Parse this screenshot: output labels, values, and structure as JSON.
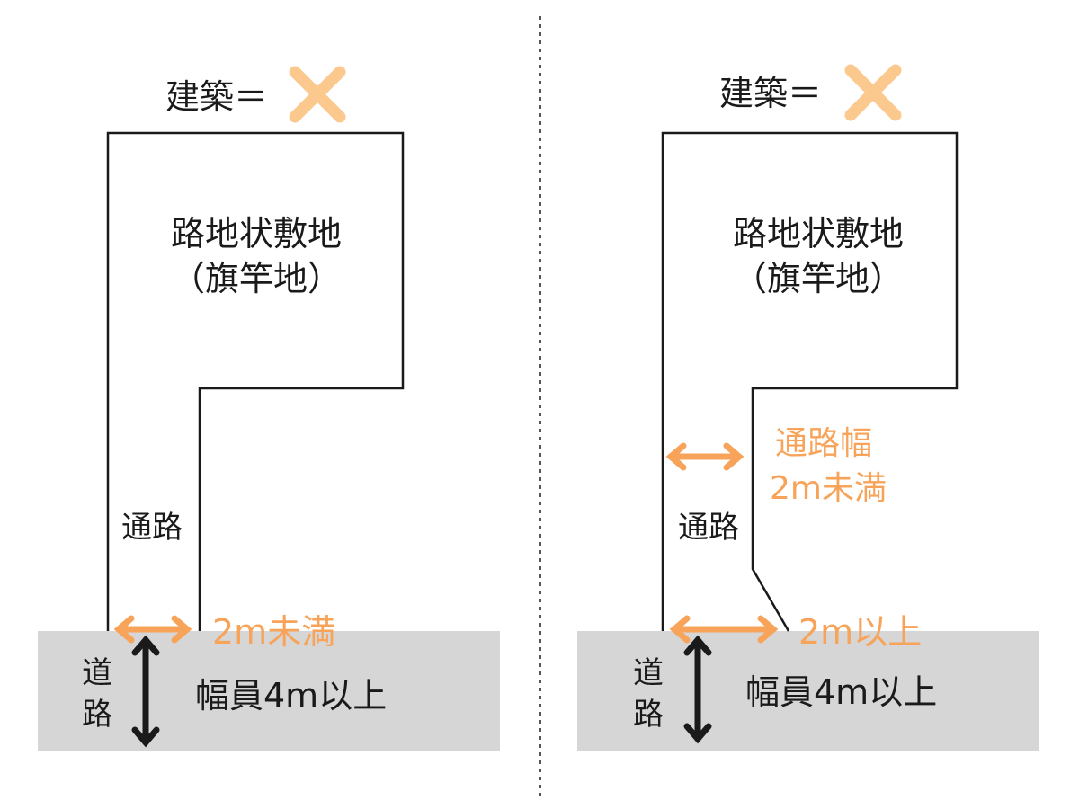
{
  "panels": [
    {
      "verdict_label": "建築＝",
      "lot_label_line1": "路地状敷地",
      "lot_label_line2": "（旗竿地）",
      "passage_label": "通路",
      "width_label": "2m未満",
      "road_label_line1": "道",
      "road_label_line2": "路",
      "road_width_label": "幅員4m以上"
    },
    {
      "verdict_label": "建築＝",
      "lot_label_line1": "路地状敷地",
      "lot_label_line2": "（旗竿地）",
      "passage_label": "通路",
      "passage_width_line1": "通路幅",
      "passage_width_line2": "2m未満",
      "width_label": "2m以上",
      "road_label_line1": "道",
      "road_label_line2": "路",
      "road_width_label": "幅員4m以上"
    }
  ],
  "colors": {
    "accent": "#f7a45a",
    "cross": "#fbc98e",
    "road": "#d6d6d6",
    "text": "#1a1a1a"
  },
  "icons": {
    "verdict": "cross-icon",
    "width_arrow": "double-arrow-horizontal-icon",
    "road_arrow": "double-arrow-vertical-icon"
  }
}
